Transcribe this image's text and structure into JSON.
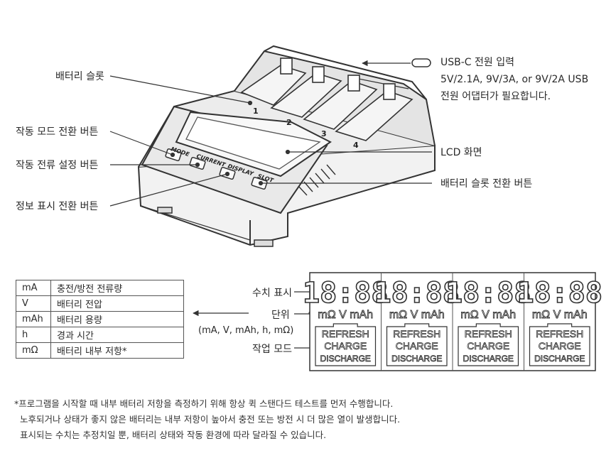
{
  "device_labels": {
    "battery_slot": "배터리 슬롯",
    "mode_button": "작동 모드 전환 버튼",
    "current_button": "작동 전류 설정 버튼",
    "display_button": "정보 표시 전환 버튼",
    "usb_c": "USB-C 전원 입력",
    "usb_c_detail": [
      "5V/2.1A, 9V/3A, or 9V/2A USB",
      "전원 어댑터가 필요합니다."
    ],
    "lcd": "LCD 화면",
    "slot_button": "배터리 슬롯 전환 버튼"
  },
  "device_markings": {
    "mode": "MODE",
    "current": "CURRENT",
    "display": "DISPLAY",
    "slot": "SLOT",
    "slot_numbers": [
      "1",
      "2",
      "3",
      "4"
    ]
  },
  "unit_table": [
    {
      "unit": "mA",
      "desc": "충전/방전 전류량"
    },
    {
      "unit": "V",
      "desc": "배터리 전압"
    },
    {
      "unit": "mAh",
      "desc": "배터리 용량"
    },
    {
      "unit": "h",
      "desc": "경과 시간"
    },
    {
      "unit": "mΩ",
      "desc": "배터리 내부 저항*"
    }
  ],
  "unit_note": "(mA, V, mAh, h, mΩ)",
  "lcd_labels": {
    "numeric": "수치 표시",
    "unit": "단위",
    "mode": "작업 모드"
  },
  "lcd_panel": {
    "digits": "18:88",
    "units": [
      "mΩ",
      "V",
      "mAh"
    ],
    "modes": [
      "REFRESH",
      "CHARGE",
      "DISCHARGE"
    ]
  },
  "footnotes": [
    "*프로그램을 시작할 때 내부 배터리 저항을 측정하기 위해 항상 퀵 스탠다드 테스트를 먼저 수행합니다.",
    "노후되거나 상태가 좋지 않은 배터리는 내부 저항이 높아서 충전 또는 방전 시 더 많은 열이 발생합니다.",
    "표시되는 수치는 추정치일 뿐, 배터리 상태와 작동 환경에 따라 달라질 수 있습니다."
  ]
}
